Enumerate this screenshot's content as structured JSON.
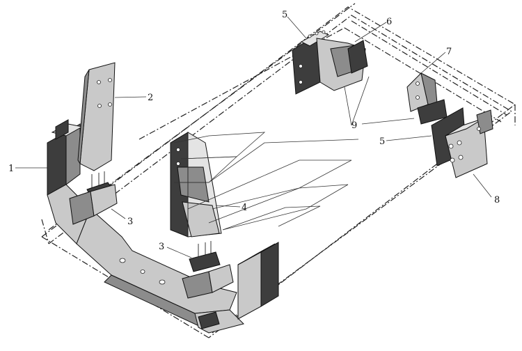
{
  "callouts": [
    {
      "id": "1",
      "text": "1"
    },
    {
      "id": "2",
      "text": "2"
    },
    {
      "id": "3a",
      "text": "3"
    },
    {
      "id": "3b",
      "text": "3"
    },
    {
      "id": "4",
      "text": "4"
    },
    {
      "id": "5a",
      "text": "5"
    },
    {
      "id": "5b",
      "text": "5"
    },
    {
      "id": "6",
      "text": "6"
    },
    {
      "id": "7",
      "text": "7"
    },
    {
      "id": "8",
      "text": "8"
    },
    {
      "id": "9",
      "text": "9"
    }
  ],
  "colors": {
    "dark_plate": "#3d3d3d",
    "mid_plate": "#8c8c8c",
    "light_plate": "#c9c9c9",
    "line": "#222222"
  }
}
